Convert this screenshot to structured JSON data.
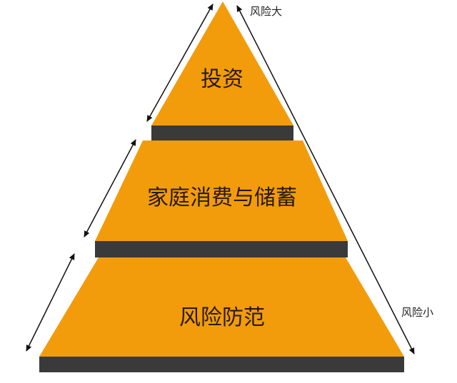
{
  "colors": {
    "tier_fill": "#F29C0C",
    "bar_fill": "#3A3A3A",
    "arrow": "#111111"
  },
  "tiers": [
    {
      "label": "投资"
    },
    {
      "label": "家庭消费与储蓄"
    },
    {
      "label": "风险防范"
    }
  ],
  "risk_axis": {
    "high_label": "风险大",
    "low_label": "风险小"
  }
}
